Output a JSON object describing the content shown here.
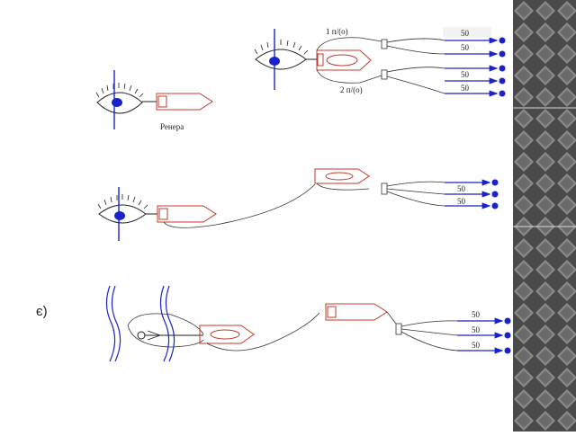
{
  "slide": {
    "label": "є)",
    "top": {
      "caption": "Ренера",
      "label_1": "1 п/(о)",
      "label_2": "2 п/(о)",
      "values": [
        "50",
        "50",
        "50",
        "50"
      ]
    },
    "middle": {
      "values": [
        "50",
        "50"
      ]
    },
    "bottom": {
      "values": [
        "50",
        "50",
        "50"
      ]
    }
  },
  "colors": {
    "line_blue": "#1a23c9",
    "device_red": "#c0392b",
    "wire": "#333333",
    "panel_dark": "#4a4a4a",
    "panel_light": "#d9d9d9"
  }
}
